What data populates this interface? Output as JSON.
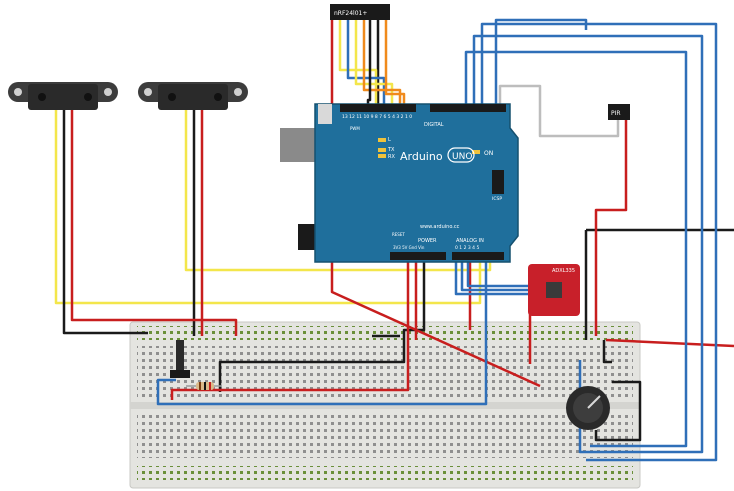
{
  "colors": {
    "wire_red": "#c81e1e",
    "wire_black": "#1a1a1a",
    "wire_blue": "#2f6fb8",
    "wire_yellow": "#f3e64b",
    "wire_orange": "#f08a1c",
    "wire_grey": "#bdbdbd",
    "board_blue": "#1f6f9c",
    "breadboard": "#e4e4e0",
    "module_red": "#c8202a"
  },
  "radio_module": {
    "label": "nRF24l01+",
    "icon": "radio-module-icon"
  },
  "arduino": {
    "brand": "Arduino",
    "model": "UNO",
    "url": "www.arduino.cc",
    "digital_label": "DIGITAL",
    "power_label": "POWER",
    "analog_label": "ANALOG IN",
    "on_label": "ON",
    "icsp_label": "ICSP",
    "l_label": "L",
    "tx_label": "TX",
    "rx_label": "RX",
    "reset_label": "RESET",
    "power_pins": "3V3  5V  Gnd  Vin",
    "analog_pins": "0  1  2  3  4  5",
    "digital_pins": "13 12 11 10 9 8    7 6 5 4 3 2 1 0",
    "pwm_label": "PWM"
  },
  "accelerometer": {
    "label": "ADXL335"
  },
  "pir": {
    "label": "PIR"
  },
  "distance_sensors": [
    {
      "icon": "ir-distance-sensor-icon"
    },
    {
      "icon": "ir-distance-sensor-icon"
    }
  ],
  "potentiometer": {
    "icon": "potentiometer-icon"
  },
  "resistor": {
    "icon": "resistor-icon"
  }
}
